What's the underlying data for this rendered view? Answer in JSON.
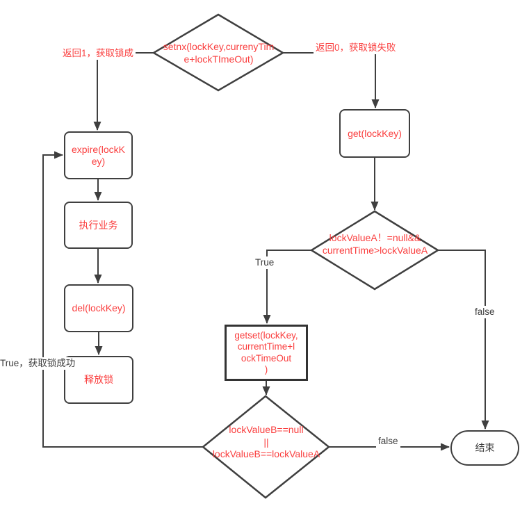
{
  "diagram": {
    "background": "#ffffff",
    "colors": {
      "line": "#3f3f3f",
      "node_text_red": "#fa3e3e",
      "label_dark": "#3c3c3c"
    },
    "nodes": {
      "setnx": {
        "type": "decision",
        "lines": [
          "setnx(lockKey,currenyTim",
          "e+lockTImeOut)"
        ]
      },
      "expire": {
        "type": "process",
        "lines": [
          "expire(lockK",
          "ey)"
        ]
      },
      "business": {
        "type": "process",
        "label": "执行业务"
      },
      "del": {
        "type": "process",
        "label": "del(lockKey)"
      },
      "release": {
        "type": "process",
        "label": "释放锁"
      },
      "get": {
        "type": "process",
        "label": "get(lockKey)"
      },
      "check_a": {
        "type": "decision",
        "lines": [
          "lockValueA！=null&&",
          "currentTime>lockValueA"
        ]
      },
      "getset": {
        "type": "process",
        "lines": [
          "getset(lockKey,",
          "currentTime+l",
          "ockTimeOut",
          ")"
        ]
      },
      "check_b": {
        "type": "decision",
        "lines": [
          "lockValueB==null",
          "||",
          "lockValueB==lockValueA"
        ]
      },
      "end": {
        "type": "terminator",
        "label": "结束"
      }
    },
    "edge_labels": {
      "return1": "返回1，获取锁成",
      "return0": "返回0，获取锁失败",
      "true_mid": "True",
      "false_mid": "false",
      "false_bottom": "false",
      "true_loop": "True，获取锁成功"
    }
  }
}
